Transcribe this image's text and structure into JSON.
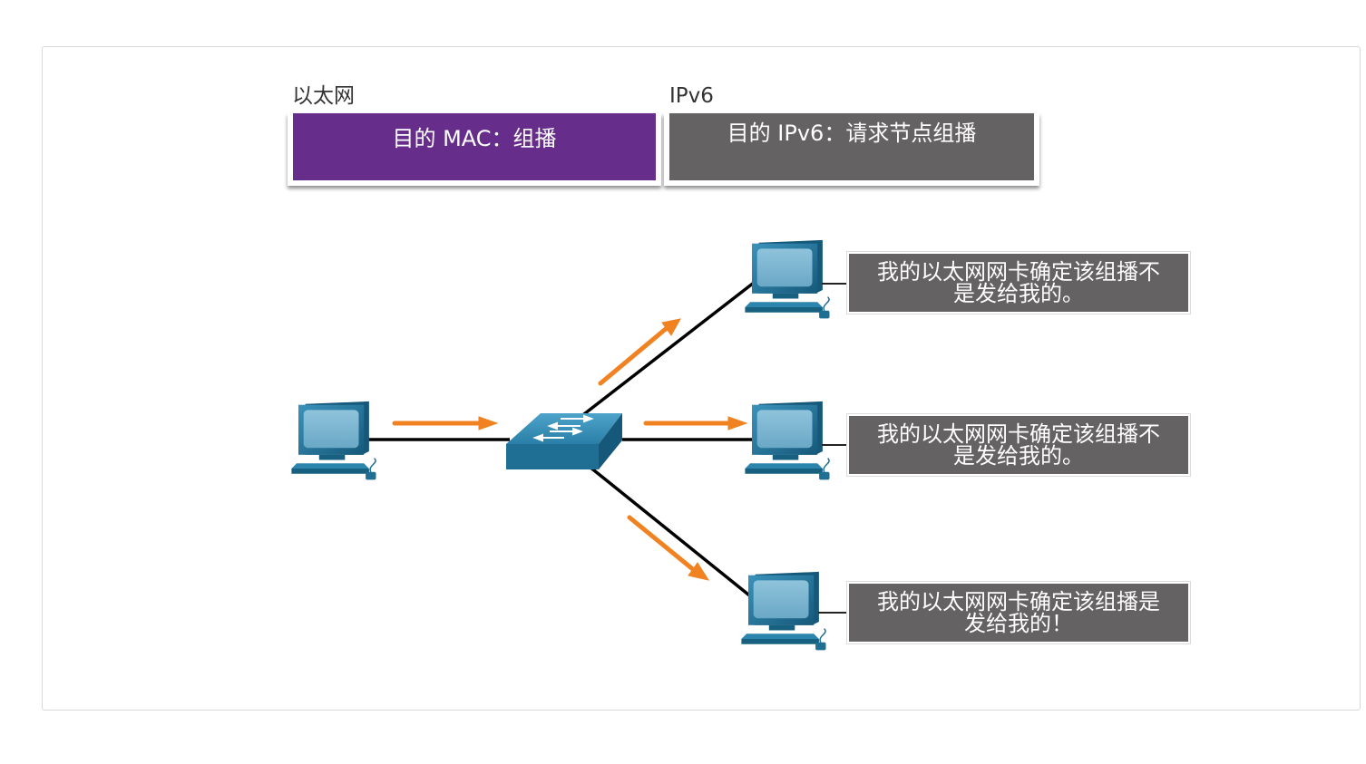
{
  "headers": {
    "ethernet": {
      "label": "以太网",
      "field": "目的 MAC：组播",
      "color": "#662d8a"
    },
    "ipv6": {
      "label": "IPv6",
      "field": "目的 IPv6：请求节点组播",
      "color": "#656263"
    }
  },
  "callouts": [
    {
      "line1": "我的以太网网卡确定该组播不",
      "line2": "是发给我的。"
    },
    {
      "line1": "我的以太网网卡确定该组播不",
      "line2": "是发给我的。"
    },
    {
      "line1": "我的以太网网卡确定该组播是",
      "line2": "发给我的！"
    }
  ],
  "colors": {
    "callout_bg": "#656263",
    "arrow": "#f08221",
    "device": "#1f6e94",
    "link": "#000000"
  },
  "icons": {
    "host": "pc-icon",
    "switch": "switch-icon",
    "flow": "arrow-icon"
  }
}
